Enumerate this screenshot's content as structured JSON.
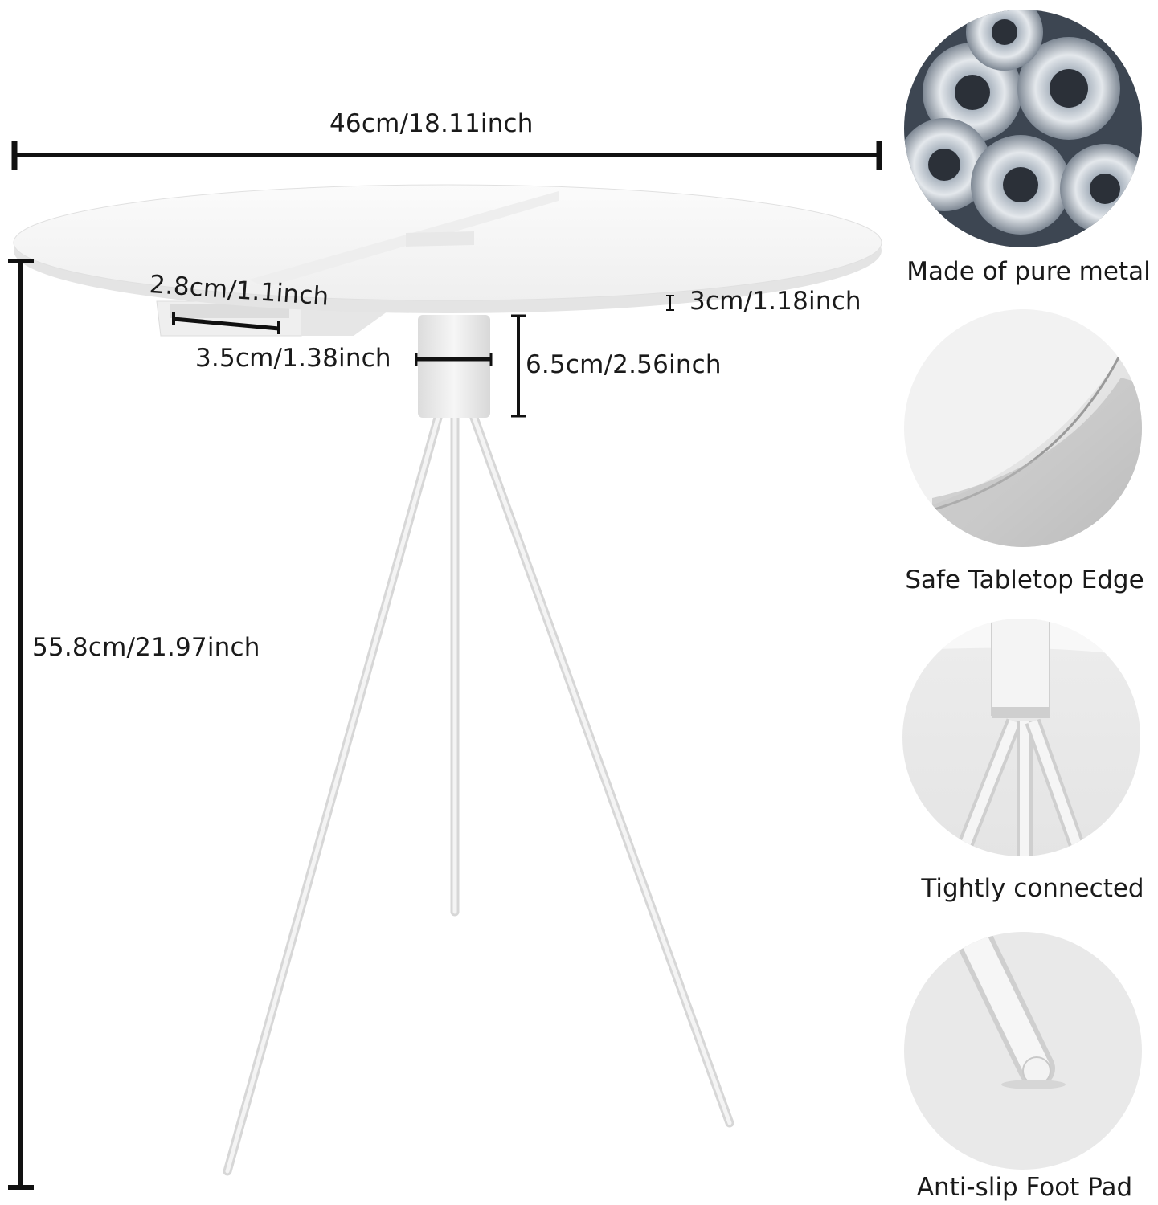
{
  "dimensions": {
    "width": "46cm/18.11inch",
    "height": "55.8cm/21.97inch",
    "rail_inner": "2.8cm/1.1inch",
    "rail_outer": "3.5cm/1.38inch",
    "top_thickness": "3cm/1.18inch",
    "sleeve_height": "6.5cm/2.56inch"
  },
  "features": [
    {
      "caption": "Made of pure metal",
      "icon": "metal-coils"
    },
    {
      "caption": "Safe Tabletop Edge",
      "icon": "tabletop-edge"
    },
    {
      "caption": "Tightly connected",
      "icon": "leg-joint"
    },
    {
      "caption": "Anti-slip Foot Pad",
      "icon": "foot-pad"
    }
  ],
  "colors": {
    "table": "#f7f7f7",
    "line": "#111111",
    "leg": "#e9e9e9"
  }
}
